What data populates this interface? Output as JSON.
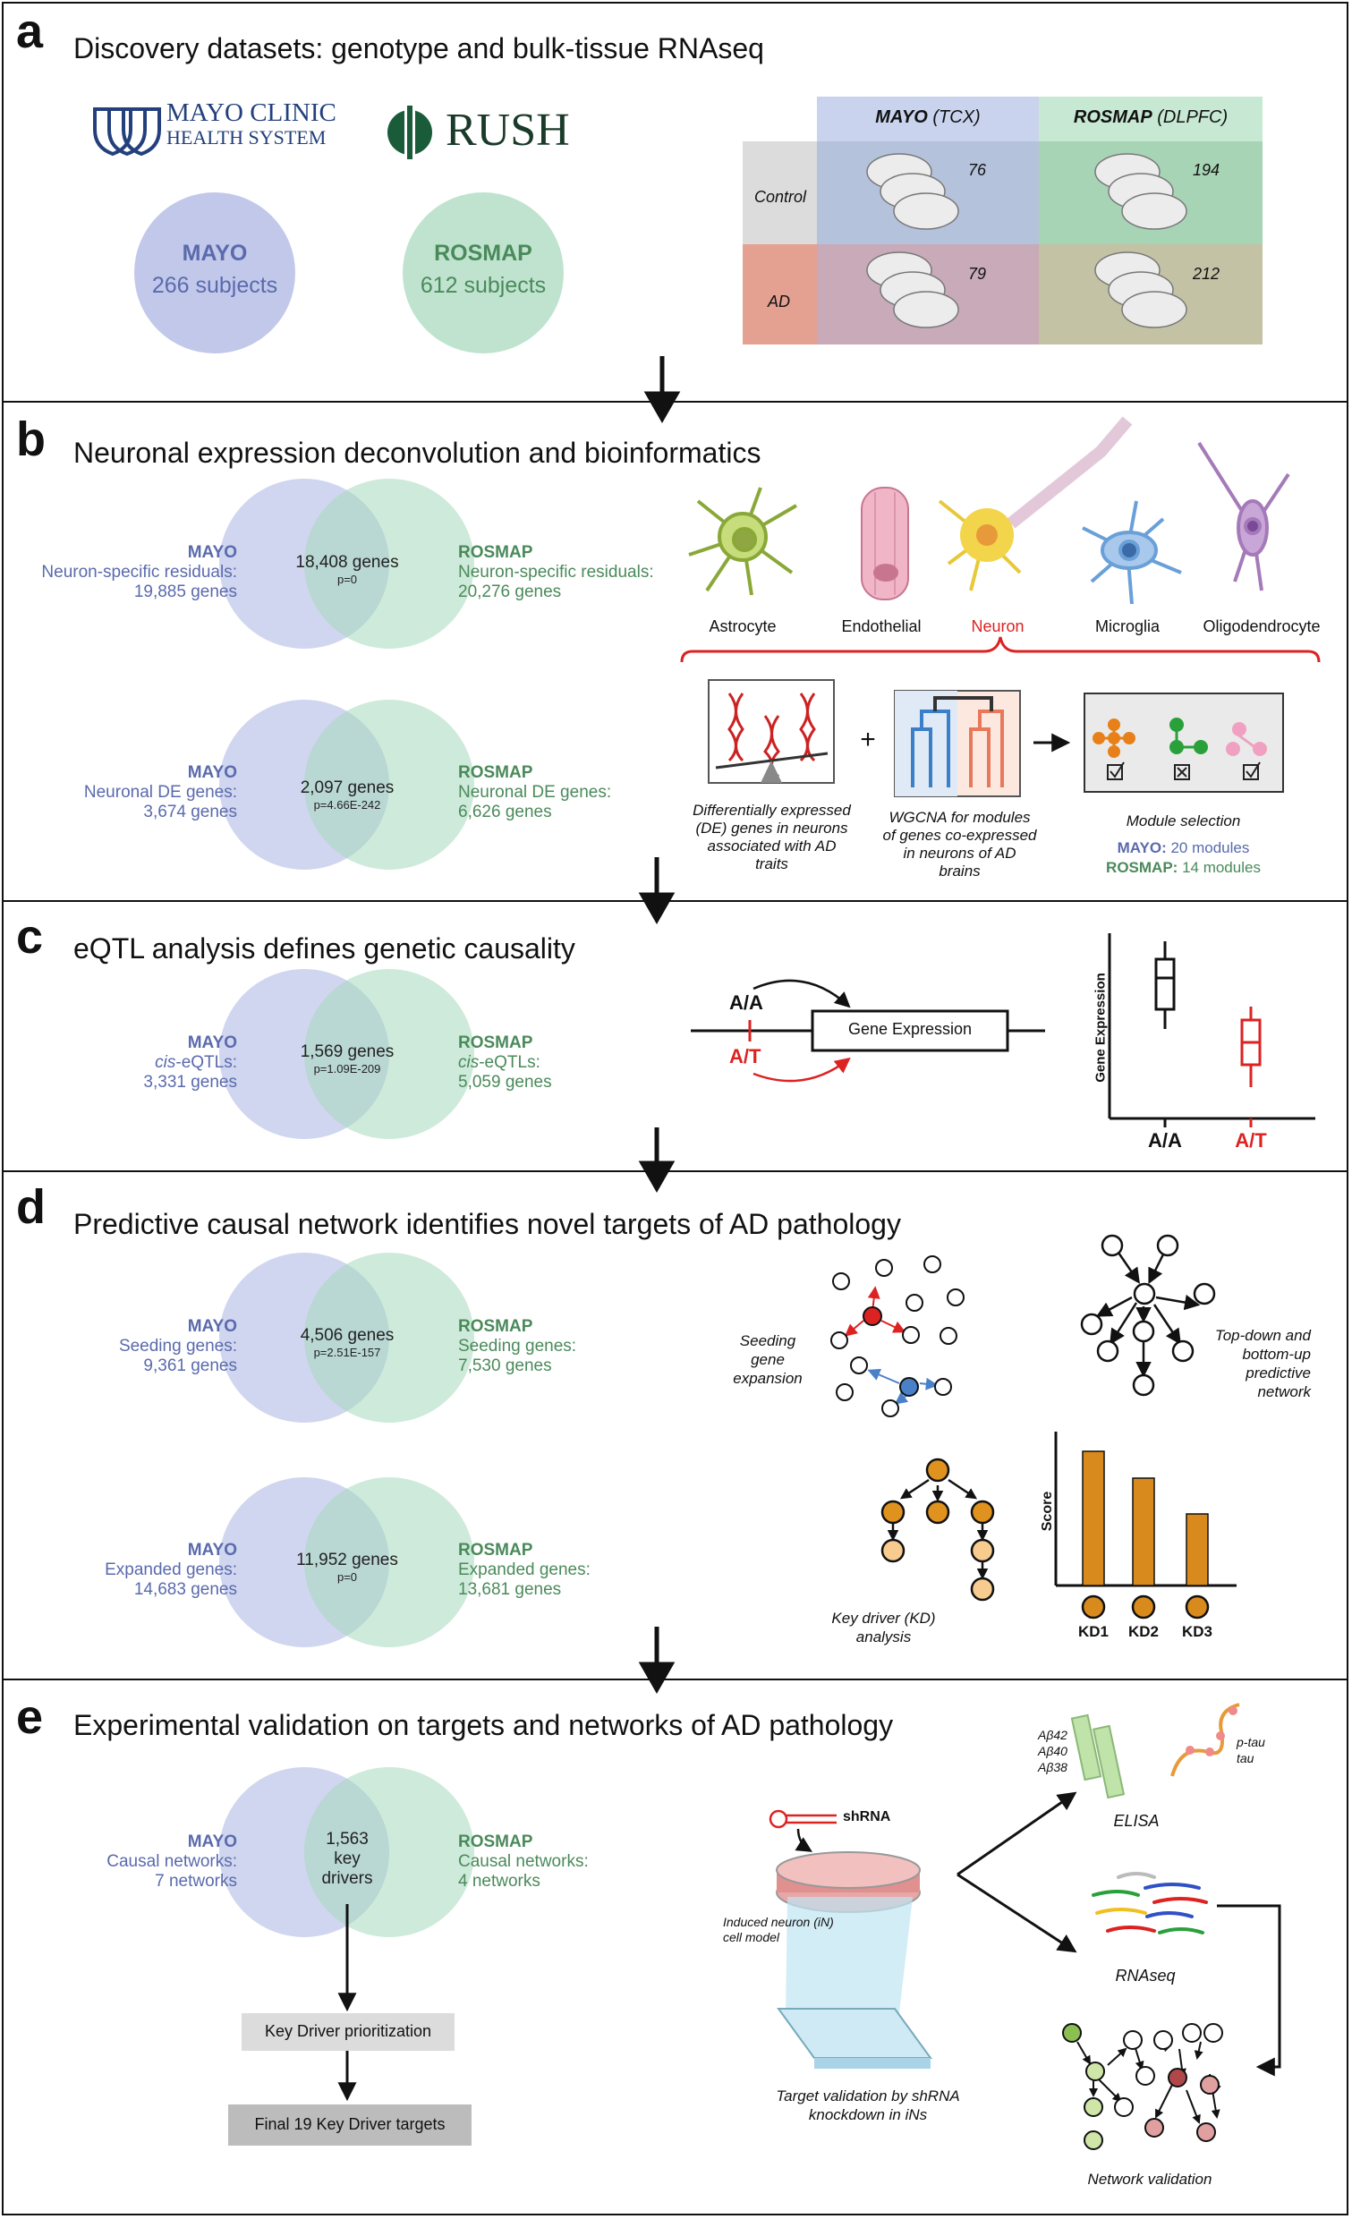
{
  "panels": {
    "a": {
      "letter": "a",
      "title": "Discovery datasets: genotype and bulk-tissue RNAseq"
    },
    "b": {
      "letter": "b",
      "title": "Neuronal expression deconvolution and bioinformatics"
    },
    "c": {
      "letter": "c",
      "title": "eQTL analysis defines genetic causality"
    },
    "d": {
      "letter": "d",
      "title": "Predictive causal network identifies novel targets of AD pathology"
    },
    "e": {
      "letter": "e",
      "title": "Experimental validation on targets and networks of AD pathology"
    }
  },
  "a": {
    "mayo_logo_line1": "MAYO CLINIC",
    "mayo_logo_line2": "HEALTH SYSTEM",
    "rush_logo": "RUSH",
    "mayo_circle_name": "MAYO",
    "mayo_circle_count": "266 subjects",
    "rosmap_circle_name": "ROSMAP",
    "rosmap_circle_count": "612 subjects",
    "table": {
      "col1_name": "MAYO",
      "col1_region": "(TCX)",
      "col2_name": "ROSMAP",
      "col2_region": "(DLPFC)",
      "row1": "Control",
      "row2": "AD",
      "c11": "76",
      "c12": "194",
      "c21": "79",
      "c22": "212"
    }
  },
  "b": {
    "venn1": {
      "left_name": "MAYO",
      "left_desc": "Neuron-specific residuals:",
      "left_count": "19,885 genes",
      "center": "18,408 genes",
      "p": "p=0",
      "right_name": "ROSMAP",
      "right_desc": "Neuron-specific residuals:",
      "right_count": "20,276 genes"
    },
    "venn2": {
      "left_name": "MAYO",
      "left_desc": "Neuronal DE genes:",
      "left_count": "3,674 genes",
      "center": "2,097 genes",
      "p": "p=4.66E-242",
      "right_name": "ROSMAP",
      "right_desc": "Neuronal DE genes:",
      "right_count": "6,626 genes"
    },
    "cells": [
      "Astrocyte",
      "Endothelial",
      "Neuron",
      "Microglia",
      "Oligodendrocyte"
    ],
    "de_caption": "Differentially expressed (DE) genes in neurons associated with AD traits",
    "plus": "+",
    "wgcna_caption": "WGCNA for modules of genes co-expressed in neurons of AD brains",
    "module_caption": "Module selection",
    "mayo_modules_label": "MAYO:",
    "mayo_modules": "20 modules",
    "rosmap_modules_label": "ROSMAP:",
    "rosmap_modules": "14 modules"
  },
  "c": {
    "venn": {
      "left_name": "MAYO",
      "left_desc_it": "cis",
      "left_desc": "-eQTLs:",
      "left_count": "3,331 genes",
      "center": "1,569 genes",
      "p": "p=1.09E-209",
      "right_name": "ROSMAP",
      "right_desc_it": "cis",
      "right_desc": "-eQTLs:",
      "right_count": "5,059 genes"
    },
    "allele1": "A/A",
    "allele2": "A/T",
    "gene_box": "Gene Expression",
    "ylabel": "Gene Expression",
    "x1": "A/A",
    "x2": "A/T"
  },
  "d": {
    "venn1": {
      "left_name": "MAYO",
      "left_desc": "Seeding genes:",
      "left_count": "9,361 genes",
      "center": "4,506 genes",
      "p": "p=2.51E-157",
      "right_name": "ROSMAP",
      "right_desc": "Seeding genes:",
      "right_count": "7,530 genes"
    },
    "venn2": {
      "left_name": "MAYO",
      "left_desc": "Expanded genes:",
      "left_count": "14,683 genes",
      "center": "11,952 genes",
      "p": "p=0",
      "right_name": "ROSMAP",
      "right_desc": "Expanded genes:",
      "right_count": "13,681 genes"
    },
    "seeding_caption": "Seeding gene expansion",
    "topdown_caption": "Top-down and bottom-up predictive network",
    "kd_caption": "Key driver (KD) analysis",
    "score_label": "Score",
    "bars": [
      "KD1",
      "KD2",
      "KD3"
    ]
  },
  "e": {
    "venn": {
      "left_name": "MAYO",
      "left_desc": "Causal networks:",
      "left_count": "7 networks",
      "center1": "1,563",
      "center2": "key",
      "center3": "drivers",
      "right_name": "ROSMAP",
      "right_desc": "Causal networks:",
      "right_count": "4 networks"
    },
    "box1": "Key Driver prioritization",
    "box2": "Final 19 Key Driver targets",
    "shrna": "shRNA",
    "in_model": "Induced neuron (iN) cell model",
    "target_caption": "Target validation by shRNA knockdown in iNs",
    "abeta": [
      "Aβ42",
      "Aβ40",
      "Aβ38"
    ],
    "ptau": "p-tau",
    "tau": "tau",
    "elisa": "ELISA",
    "rnaseq": "RNAseq",
    "network_validation": "Network validation"
  },
  "chart_data": {
    "type": "bar",
    "categories": [
      "KD1",
      "KD2",
      "KD3"
    ],
    "values": [
      3,
      2.4,
      1.6
    ],
    "ylabel": "Score",
    "xlabel": "",
    "title": ""
  }
}
